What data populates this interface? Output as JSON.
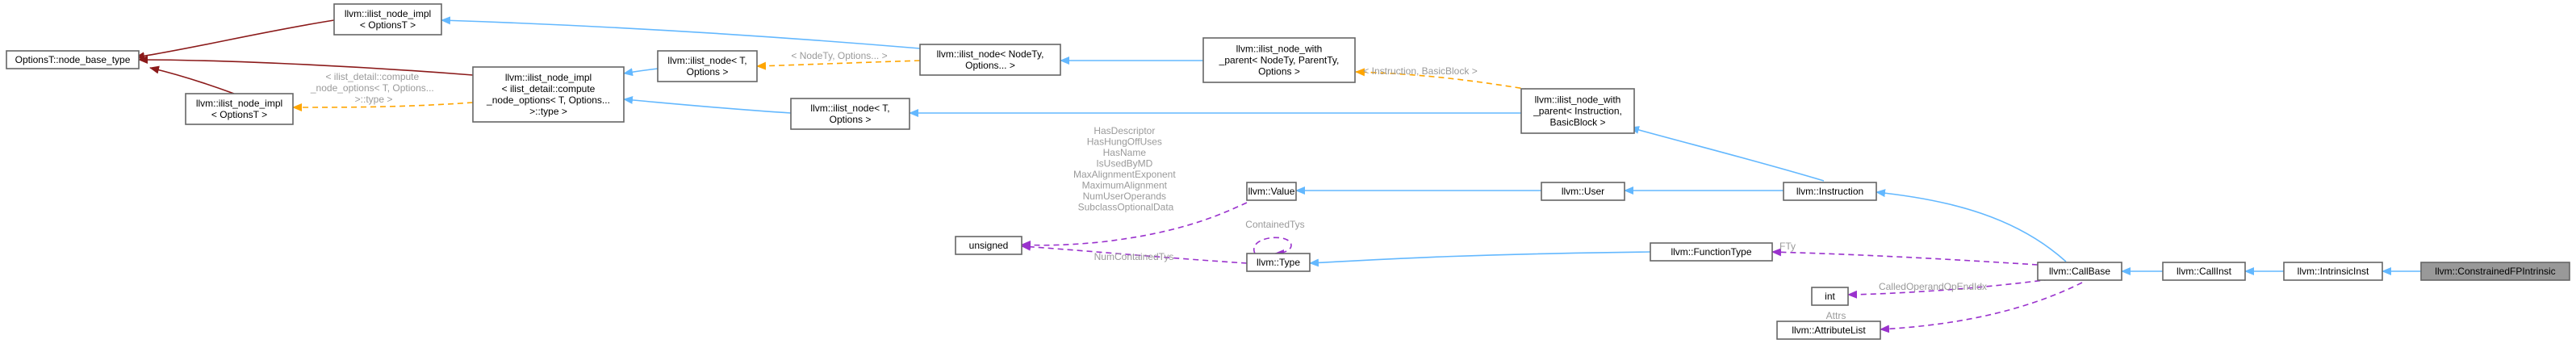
{
  "colors": {
    "inheritance": "#63b8ff",
    "template": "#ffa500",
    "usage": "#9a32cd",
    "base_inheritance": "#8b1a1a",
    "node_border": "#666666",
    "highlight_fill": "#999999",
    "edge_label": "#9a9a9a"
  },
  "nodes": {
    "options_base": [
      "OptionsT::node_base_type"
    ],
    "impl_top": [
      "llvm::ilist_node_impl",
      "< OptionsT >"
    ],
    "impl_mid": [
      "llvm::ilist_node_impl",
      "< OptionsT >"
    ],
    "impl_compute": [
      "llvm::ilist_node_impl",
      "< ilist_detail::compute",
      "_node_options< T, Options...",
      ">::type >"
    ],
    "ilist_node_t_top": [
      "llvm::ilist_node< T,",
      "Options >"
    ],
    "ilist_node_nodety": [
      "llvm::ilist_node< NodeTy,",
      "Options... >"
    ],
    "ilist_node_t_mid": [
      "llvm::ilist_node< T,",
      "Options >"
    ],
    "with_parent_generic": [
      "llvm::ilist_node_with",
      "_parent< NodeTy, ParentTy,",
      "Options >"
    ],
    "with_parent_instr": [
      "llvm::ilist_node_with",
      "_parent< Instruction,",
      "BasicBlock >"
    ],
    "value": [
      "llvm::Value"
    ],
    "user": [
      "llvm::User"
    ],
    "instruction": [
      "llvm::Instruction"
    ],
    "unsigned": [
      "unsigned"
    ],
    "type": [
      "llvm::Type"
    ],
    "function_type": [
      "llvm::FunctionType"
    ],
    "int": [
      "int"
    ],
    "attribute_list": [
      "llvm::AttributeList"
    ],
    "call_base": [
      "llvm::CallBase"
    ],
    "call_inst": [
      "llvm::CallInst"
    ],
    "intrinsic_inst": [
      "llvm::IntrinsicInst"
    ],
    "constrained_fp": [
      "llvm::ConstrainedFPIntrinsic"
    ]
  },
  "edge_labels": {
    "compute_type": [
      "< ilist_detail::compute",
      "_node_options< T, Options...",
      ">::type >"
    ],
    "nodety_options": [
      "< NodeTy, Options... >"
    ],
    "instruction_basicblock": [
      "< Instruction, BasicBlock >"
    ],
    "value_members": [
      "HasDescriptor",
      "HasHungOffUses",
      "HasName",
      "IsUsedByMD",
      "MaxAlignmentExponent",
      "MaximumAlignment",
      "NumUserOperands",
      "SubclassOptionalData"
    ],
    "contained_tys": [
      "ContainedTys"
    ],
    "num_contained_tys": [
      "NumContainedTys"
    ],
    "fty": [
      "FTy"
    ],
    "called_operand_bytes": [
      "CalledOperandOpEndIdx"
    ],
    "attrs": [
      "Attrs"
    ]
  }
}
